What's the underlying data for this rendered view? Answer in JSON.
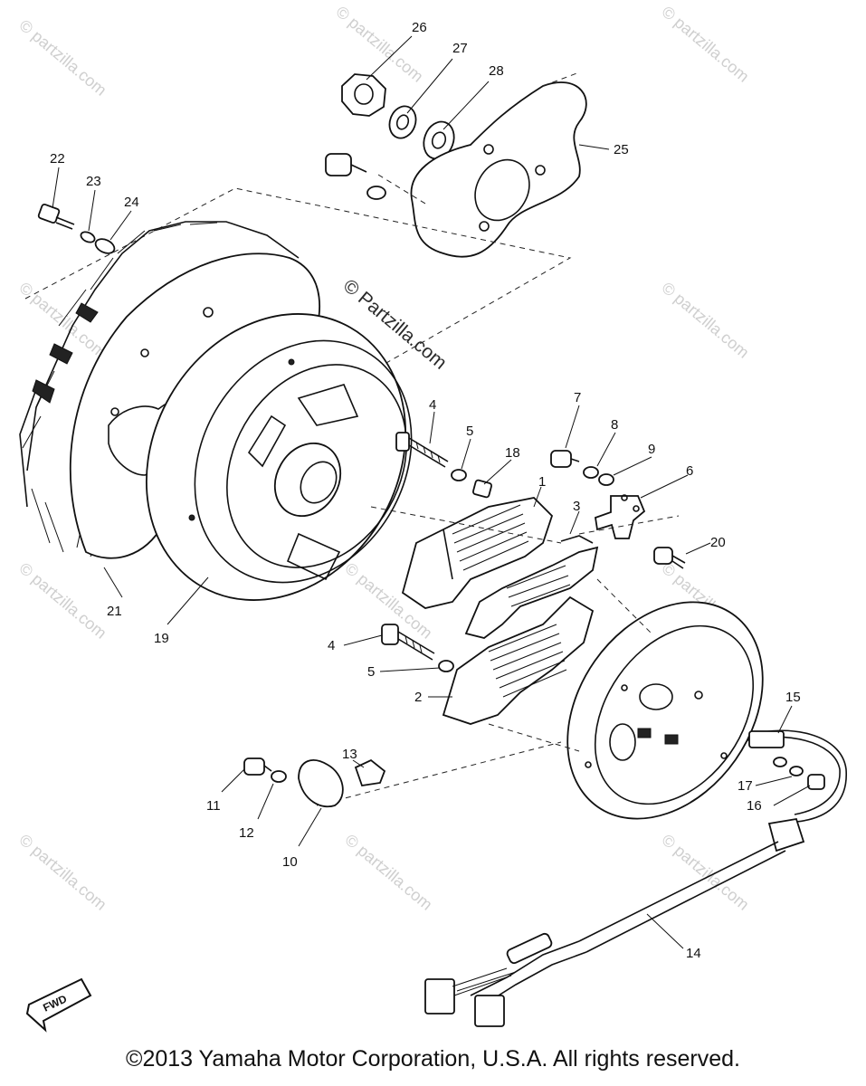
{
  "watermarks": {
    "small": "© partzilla.com",
    "center": "© Partzilla.com"
  },
  "callouts": [
    "26",
    "27",
    "28",
    "25",
    "22",
    "23",
    "24",
    "4",
    "5",
    "18",
    "7",
    "8",
    "9",
    "6",
    "1",
    "3",
    "20",
    "21",
    "19",
    "4",
    "5",
    "2",
    "15",
    "13",
    "11",
    "12",
    "10",
    "17",
    "16",
    "14"
  ],
  "fwd_label": "FWD",
  "copyright": "©2013 Yamaha Motor Corporation, U.S.A. All rights reserved."
}
